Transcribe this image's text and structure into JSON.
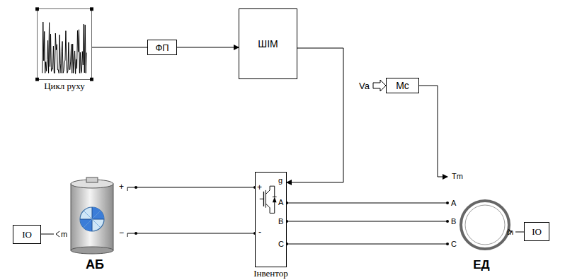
{
  "diagram": {
    "nodes": [
      {
        "text": [
          "Цикл руху"
        ]
      },
      {
        "text": [
          "ФП"
        ]
      },
      {
        "text": [
          "ШІМ"
        ]
      },
      {
        "text": [
          "Mc"
        ]
      },
      {
        "text": [
          "IO"
        ]
      },
      {
        "text": [
          "АБ"
        ]
      },
      {
        "text": [
          "Інвентор"
        ]
      },
      {
        "text": [
          "ЕД"
        ]
      },
      {
        "text": [
          "IO"
        ]
      }
    ],
    "edges": [
      {
        "from": 0,
        "to": 1,
        "arrow": "none"
      },
      {
        "from": 1,
        "to": 2,
        "arrow": "to"
      },
      {
        "from": 2,
        "to": 6,
        "arrow": "to"
      },
      {
        "from": 3,
        "to": 7,
        "arrow": "to"
      },
      {
        "from": 5,
        "to": 4,
        "arrow": "none"
      },
      {
        "from": 5,
        "to": 6,
        "arrow": "none"
      },
      {
        "from": 5,
        "to": 6,
        "arrow": "none"
      },
      {
        "from": 6,
        "to": 7,
        "arrow": "none"
      },
      {
        "from": 6,
        "to": 7,
        "arrow": "none"
      },
      {
        "from": 6,
        "to": 7,
        "arrow": "none"
      },
      {
        "from": 7,
        "to": 8,
        "arrow": "none"
      }
    ],
    "labels": [
      "Va",
      "+",
      "−",
      "m",
      "+",
      "-",
      "g",
      "A",
      "B",
      "C",
      "Tm",
      "A",
      "B",
      "C",
      "m"
    ]
  }
}
